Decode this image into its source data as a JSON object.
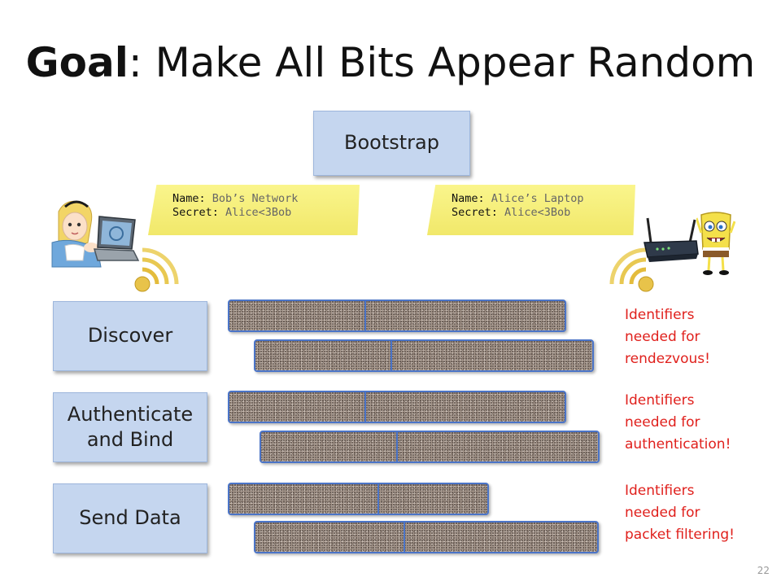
{
  "title": {
    "bold": "Goal",
    "rest": ": Make All Bits Appear Random"
  },
  "phases": {
    "bootstrap": "Bootstrap",
    "discover": "Discover",
    "authenticate": "Authenticate\nand Bind",
    "send_data": "Send Data"
  },
  "notes": {
    "left": {
      "name_key": "Name:",
      "name_value": " Bob’s Network",
      "secret_key": "Secret:",
      "secret_value": " Alice<3Bob"
    },
    "right": {
      "name_key": "Name:",
      "name_value": " Alice’s Laptop",
      "secret_key": "Secret:",
      "secret_value": " Alice<3Bob"
    }
  },
  "annotations": {
    "discover": "Identifiers\nneeded for\nrendezvous!",
    "authenticate": "Identifiers\nneeded for\nauthentication!",
    "send_data": "Identifiers\nneeded for\npacket filtering!"
  },
  "page_number": "22",
  "colors": {
    "phase_box": "#c5d6ef",
    "bar_border": "#4a74c8",
    "annotation": "#e0201c",
    "note": "#f5ee7a"
  },
  "icons": [
    "alice-character",
    "laptop-icon",
    "wireless-signal-icon",
    "wireless-router-icon",
    "spongebob-character"
  ]
}
